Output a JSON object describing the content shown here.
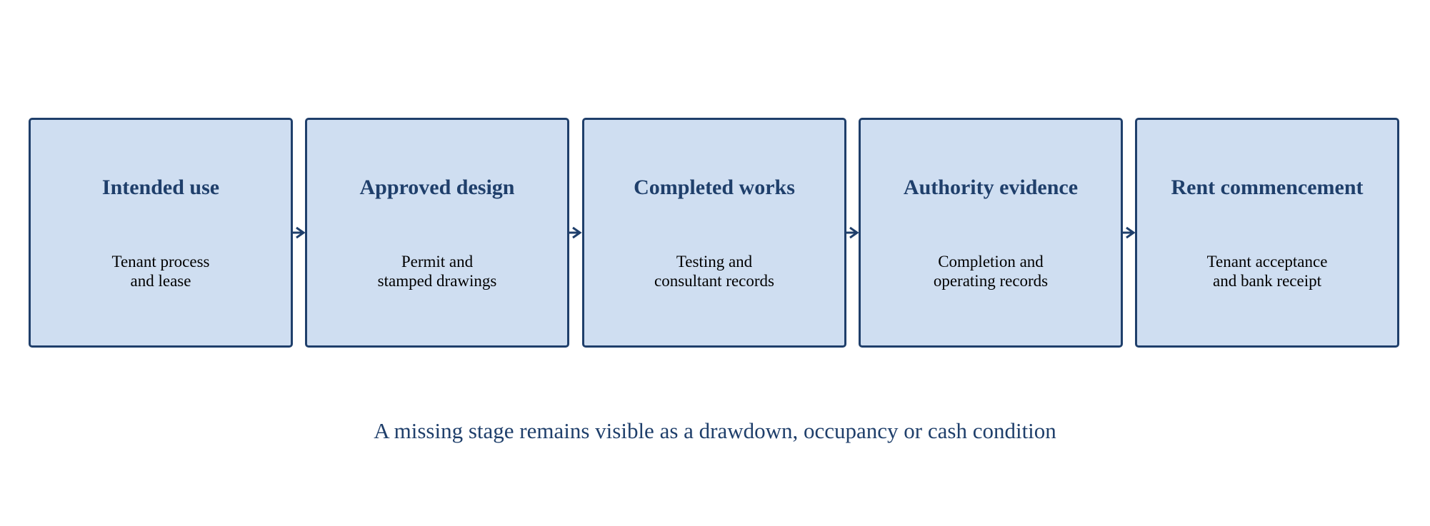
{
  "stages": [
    {
      "title": "Intended use",
      "desc_line1": "Tenant process",
      "desc_line2": "and lease"
    },
    {
      "title": "Approved design",
      "desc_line1": "Permit and",
      "desc_line2": "stamped drawings"
    },
    {
      "title": "Completed works",
      "desc_line1": "Testing and",
      "desc_line2": "consultant records"
    },
    {
      "title": "Authority evidence",
      "desc_line1": "Completion and",
      "desc_line2": "operating records"
    },
    {
      "title": "Rent commencement",
      "desc_line1": "Tenant acceptance",
      "desc_line2": "and bank receipt"
    }
  ],
  "caption": "A missing stage remains visible as a drawdown, occupancy or cash condition",
  "colors": {
    "box_fill": "#cfdef1",
    "box_border": "#1f3f6b",
    "title_text": "#1f3f6b",
    "body_text": "#000000",
    "caption_text": "#1f3f6b"
  }
}
